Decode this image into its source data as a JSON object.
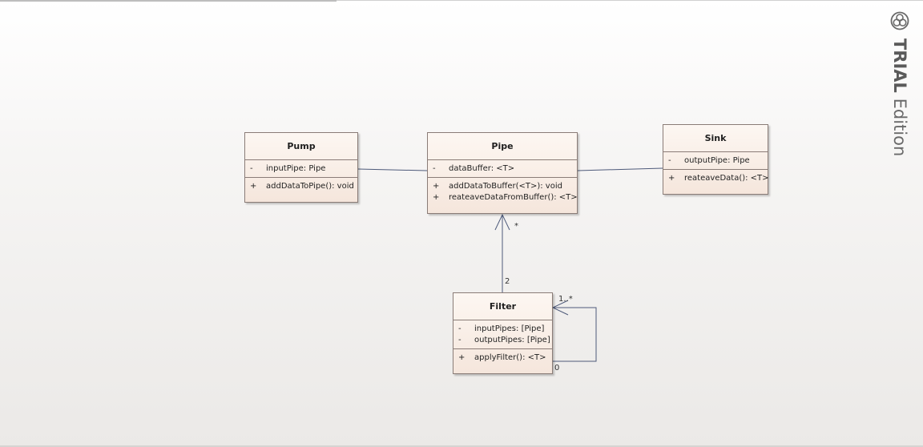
{
  "watermark": {
    "edition_bold": "TRIAL",
    "edition_rest": "Edition",
    "icon": "sparx-logo-icon"
  },
  "classes": {
    "pump": {
      "name": "Pump",
      "attributes": [
        {
          "visibility": "-",
          "text": "inputPipe: Pipe"
        }
      ],
      "operations": [
        {
          "visibility": "+",
          "text": "addDataToPipe(): void"
        }
      ]
    },
    "pipe": {
      "name": "Pipe",
      "attributes": [
        {
          "visibility": "-",
          "text": "dataBuffer: <T>"
        }
      ],
      "operations": [
        {
          "visibility": "+",
          "text": "addDataToBuffer(<T>): void"
        },
        {
          "visibility": "+",
          "text": "reateaveDataFromBuffer(): <T>"
        }
      ]
    },
    "sink": {
      "name": "Sink",
      "attributes": [
        {
          "visibility": "-",
          "text": "outputPipe: Pipe"
        }
      ],
      "operations": [
        {
          "visibility": "+",
          "text": "reateaveData(): <T>"
        }
      ]
    },
    "filter": {
      "name": "Filter",
      "attributes": [
        {
          "visibility": "-",
          "text": "inputPipes: [Pipe]"
        },
        {
          "visibility": "-",
          "text": "outputPipes: [Pipe]"
        }
      ],
      "operations": [
        {
          "visibility": "+",
          "text": "applyFilter(): <T>"
        }
      ]
    }
  },
  "multiplicities": {
    "pipe_end": "*",
    "filter_to_pipe_end": "2",
    "self_target": "1..*",
    "self_source": "0"
  }
}
